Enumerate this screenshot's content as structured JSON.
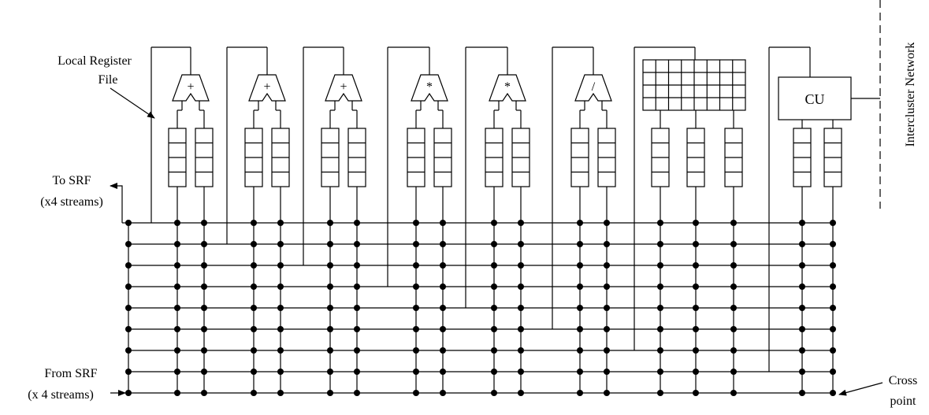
{
  "labels": {
    "local_register_file_line1": "Local Register",
    "local_register_file_line2": "File",
    "to_srf_line1": "To SRF",
    "to_srf_line2": "(x4 streams)",
    "from_srf_line1": "From SRF",
    "from_srf_line2": "(x 4 streams)",
    "cross_point_line1": "Cross",
    "cross_point_line2": "point",
    "intercluster_network": "Intercluster Network",
    "cu": "CU"
  },
  "functional_units": [
    {
      "type": "alu",
      "op": "+"
    },
    {
      "type": "alu",
      "op": "+"
    },
    {
      "type": "alu",
      "op": "+"
    },
    {
      "type": "alu",
      "op": "*"
    },
    {
      "type": "alu",
      "op": "*"
    },
    {
      "type": "alu",
      "op": "/"
    },
    {
      "type": "scratchpad",
      "op": ""
    },
    {
      "type": "cu",
      "op": ""
    }
  ],
  "crossbar": {
    "bus_count": 9
  },
  "colors": {
    "line": "#000000",
    "background": "#ffffff"
  }
}
